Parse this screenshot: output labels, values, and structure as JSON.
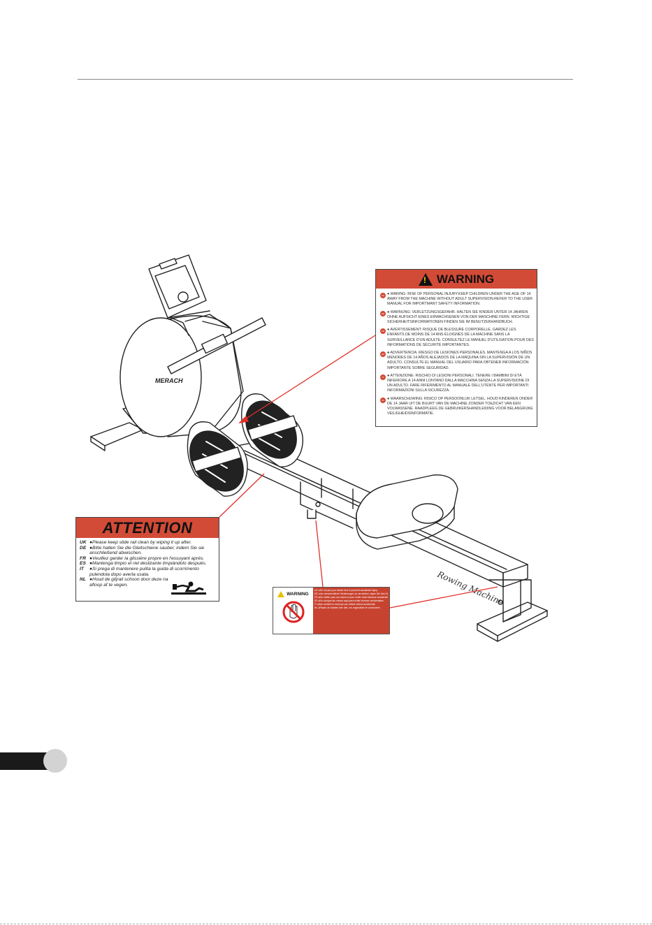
{
  "warning_label": {
    "title": "WARNING",
    "items": [
      {
        "code": "UK",
        "text": "● WARING: RISK OF PERSONAL INJURY.KEEP CHILDREN UNDER THE AGE OF 14 AWAY FROM THE MACHINE WITHOUT ADULT SUPERVISION.REFER TO THE USER MANUAL FOR IMPORTMANT SAFETY INFORMATION."
      },
      {
        "code": "DE",
        "text": "● WARNUNG: VERLETZUNGSGEFAHR. HALTEN SIE KINDER UNTER 14 JAHREN OHNE AUFSICHT EINES ERWACHSENEN VON DER MASCHINE FERN. WICHTIGE SICHERHEITSINFORMATIONEN FINDEN SIE IM BENUTZERHANDBUCH."
      },
      {
        "code": "FR",
        "text": "● AVERTISSEMENT: RISQUE DE BLESSURE CORPORELLE. GARDEZ LES ENFANTS DE MOINS DE 14 ANS ÉLOIGNÉS DE LA MACHINE SANS LA SURVEILLANCE D'UN ADULTE. CONSULTEZ LE MANUEL D'UTILISATION POUR DES INFORMATIONS DE SÉCURITÉ IMPORTANTES."
      },
      {
        "code": "ES",
        "text": "● ADVERTENCIA: RIESGO DE LESIONES PERSONALES. MANTENGA A LOS NIÑOS MENORES DE 14 AÑOS ALEJADOS DE LA MÁQUINA SIN LA SUPERVISIÓN DE UN ADULTO. CONSULTE EL MANUAL DEL USUARIO PARA OBTENER INFORMACIÓN IMPORTANTE SOBRE SEGURIDAD."
      },
      {
        "code": "IT",
        "text": "● ATTENZIONE: RISCHIO DI LESIONI PERSONALI. TENERE I BAMBINI DI ETÀ INFERIORE A 14 ANNI LONTANO DALLA MACCHINA SENZA LA SUPERVISIONE DI UN ADULTO. FARE RIFERIMENTO AL MANUALE DELL'UTENTE PER IMPORTANTI INFORMAZIONI SULLA SICUREZZA."
      },
      {
        "code": "NL",
        "text": "● WAARSCHUWING: RISICO OP PERSOONLIJK LETSEL. HOUD KINDEREN ONDER DE 14 JAAR UIT DE BUURT VAN DE MACHINE ZONDER TOEZICHT VAN EEN VOLWASSENE. RAADPLEEG DE GEBRUIKERSHANDLEIDING VOOR BELANGRIJKE VEILIGHEIDSINFORMATIE."
      }
    ]
  },
  "attention_label": {
    "title": "ATTENTION",
    "items": [
      {
        "code": "UK",
        "text": "●Please keep slide rail clean by wiping it up after."
      },
      {
        "code": "DE",
        "text": "●Bitte halten Sie die Gleitschiene sauber, indem Sie sie anschließend abwischen."
      },
      {
        "code": "FR",
        "text": "●Veuillez garder la glissière propre en l'essuyant après."
      },
      {
        "code": "ES",
        "text": "●Mantenga limpio el riel deslizante limpiándolo después."
      },
      {
        "code": "IT",
        "text": "●Si prega di mantenere pulita la guida di scorrimento pulendola dopo averla usata."
      },
      {
        "code": "NL",
        "text": "●Houd de glijrail schoon door deze na afloop af te vegen."
      }
    ]
  },
  "small_warning": {
    "title": "WARNING",
    "lines": [
      "UK ●Do not put your hands here to prevent accidental injury.",
      "DE ●Um versehentliche Verletzungen zu vermeiden, legen Sie Ihre Hände nicht hierher.",
      "FR ●Ne mettez pas vos mains ici pour éviter toute blessure accidentelle.",
      "ES ●No coloque las manos aquí para evitar lesiones accidentales.",
      "IT ●Non mettere le mani qui per evitare lesioni accidentali.",
      "NL ●Plaats uw handen hier niet, om ongelukken te voorkomen."
    ]
  },
  "machine": {
    "brand": "MERACH",
    "rail_text": "Rowing Machine"
  },
  "colors": {
    "label_red": "#d24b36",
    "callout_line": "#e0302a"
  }
}
